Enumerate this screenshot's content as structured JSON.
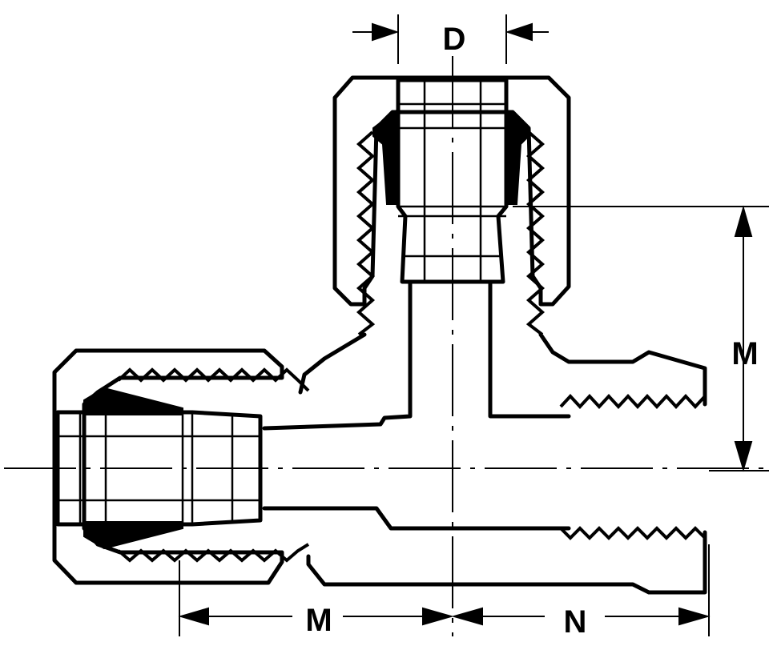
{
  "drawing": {
    "labels": {
      "top": "D",
      "right": "M",
      "bottom_left": "M",
      "bottom_right": "N"
    },
    "colors": {
      "line": "#000000",
      "background": "#ffffff"
    }
  }
}
